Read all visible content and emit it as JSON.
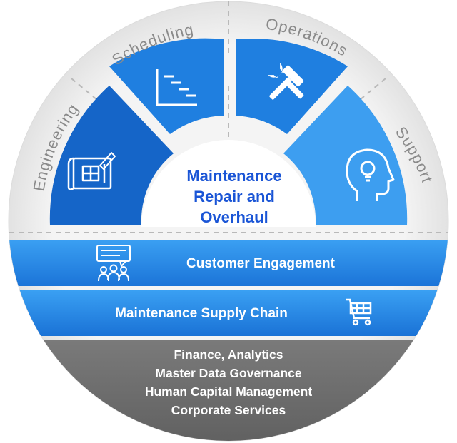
{
  "center": {
    "line1": "Maintenance",
    "line2": "Repair and",
    "line3": "Overhaul"
  },
  "ring_labels": {
    "engineering": "Engineering",
    "scheduling": "Scheduling",
    "operations": "Operations",
    "support": "Support"
  },
  "bands": {
    "customer_engagement": "Customer Engagement",
    "supply_chain": "Maintenance Supply Chain"
  },
  "base_lines": [
    "Finance, Analytics",
    "Master Data Governance",
    "Human Capital Management",
    "Corporate Services"
  ],
  "icons": {
    "engineering": "blueprint-icon",
    "scheduling": "gantt-chart-icon",
    "operations": "hammer-wrench-icon",
    "support": "head-lightbulb-icon",
    "customer_engagement": "people-chat-icon",
    "supply_chain": "shopping-cart-icon"
  },
  "colors": {
    "ring_outer": "#e6e6e6",
    "dark_blue": "#1565c8",
    "mid_blue": "#1f7fe0",
    "light_blue": "#3d9ef0",
    "center_text": "#1a55d6",
    "base_gray": "#6e6e6e",
    "label_gray": "#8a8a8a"
  }
}
